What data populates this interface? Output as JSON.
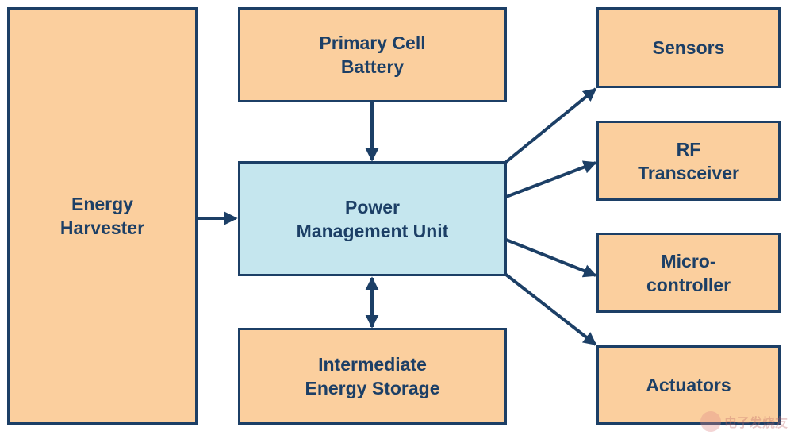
{
  "blocks": {
    "energy_harvester": "Energy\nHarvester",
    "primary_cell_battery": "Primary Cell\nBattery",
    "power_management_unit": "Power\nManagement Unit",
    "intermediate_energy_storage": "Intermediate\nEnergy Storage",
    "sensors": "Sensors",
    "rf_transceiver": "RF\nTransceiver",
    "microcontroller": "Micro-\ncontroller",
    "actuators": "Actuators"
  },
  "colors": {
    "block_fill": "#fbcf9e",
    "pmu_fill": "#c5e6ee",
    "stroke": "#1c3f66"
  },
  "watermark": {
    "text": "电子发烧友"
  }
}
